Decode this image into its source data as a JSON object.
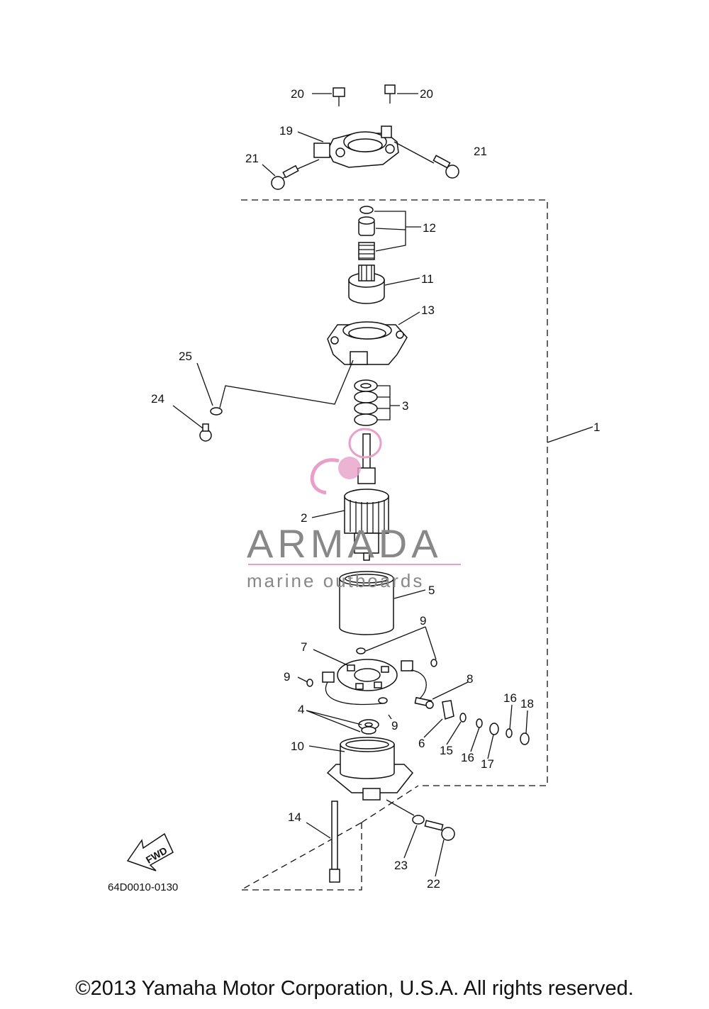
{
  "diagram": {
    "drawing_code": "64D0010-0130",
    "fwd_label": "FWD",
    "callouts": {
      "c1": "1",
      "c2": "2",
      "c3": "3",
      "c4": "4",
      "c5": "5",
      "c6": "6",
      "c7": "7",
      "c8": "8",
      "c9a": "9",
      "c9b": "9",
      "c9c": "9",
      "c10": "10",
      "c11": "11",
      "c12": "12",
      "c13": "13",
      "c14": "14",
      "c15": "15",
      "c16a": "16",
      "c16b": "16",
      "c17": "17",
      "c18": "18",
      "c19": "19",
      "c20a": "20",
      "c20b": "20",
      "c21a": "21",
      "c21b": "21",
      "c22": "22",
      "c23": "23",
      "c24": "24",
      "c25": "25"
    }
  },
  "watermark": {
    "brand": "ARMADA",
    "tagline": "marine outboards",
    "accent_color": "#e8a0c8"
  },
  "footer": {
    "copyright": "©2013 Yamaha Motor Corporation, U.S.A. All rights reserved."
  }
}
